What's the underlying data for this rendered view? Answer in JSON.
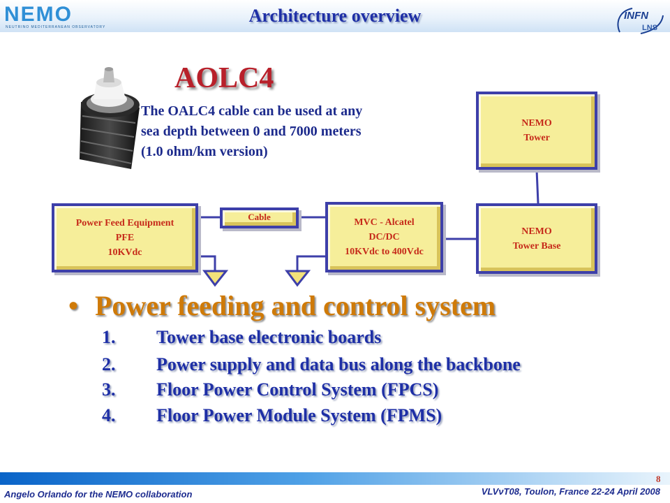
{
  "header": {
    "title": "Architecture overview",
    "logo_left": "NEMO",
    "logo_left_subtitle": "NEUTRINO MEDITERRANEAN OBSERVATORY",
    "logo_right": "INFN",
    "logo_right_sub": "LNS"
  },
  "cable_section": {
    "heading": "AOLC4",
    "description_lines": [
      "The OALC4 cable can be used at any",
      "sea depth between 0 and 7000 meters",
      "(1.0 ohm/km version)"
    ]
  },
  "diagram": {
    "pfe": [
      "Power Feed Equipment",
      "PFE",
      "10KVdc"
    ],
    "cable": "Cable",
    "mvc": [
      "MVC - Alcatel",
      "DC/DC",
      "10KVdc to 400Vdc"
    ],
    "tower": [
      "NEMO",
      "Tower"
    ],
    "tower_base": [
      "NEMO",
      "Tower Base"
    ]
  },
  "content": {
    "bullet": "Power feeding and control system",
    "items": [
      {
        "num": "1.",
        "text": "Tower base electronic boards"
      },
      {
        "num": "2.",
        "text": "Power supply and data bus along the backbone"
      },
      {
        "num": "3.",
        "text": "Floor Power Control System (FPCS)"
      },
      {
        "num": "4.",
        "text": "Floor Power Module System (FPMS)"
      }
    ]
  },
  "footer": {
    "left": "Angelo Orlando for the NEMO collaboration",
    "right": "VLVνT08, Toulon, France 22-24 April 2008",
    "page_number": "8"
  },
  "colors": {
    "title": "#1e2fa6",
    "heading": "#b8202a",
    "bullet": "#cf7a08",
    "box_fill": "#f6ee9a",
    "box_border": "#3d3fa9",
    "box_text": "#c62a1a"
  }
}
